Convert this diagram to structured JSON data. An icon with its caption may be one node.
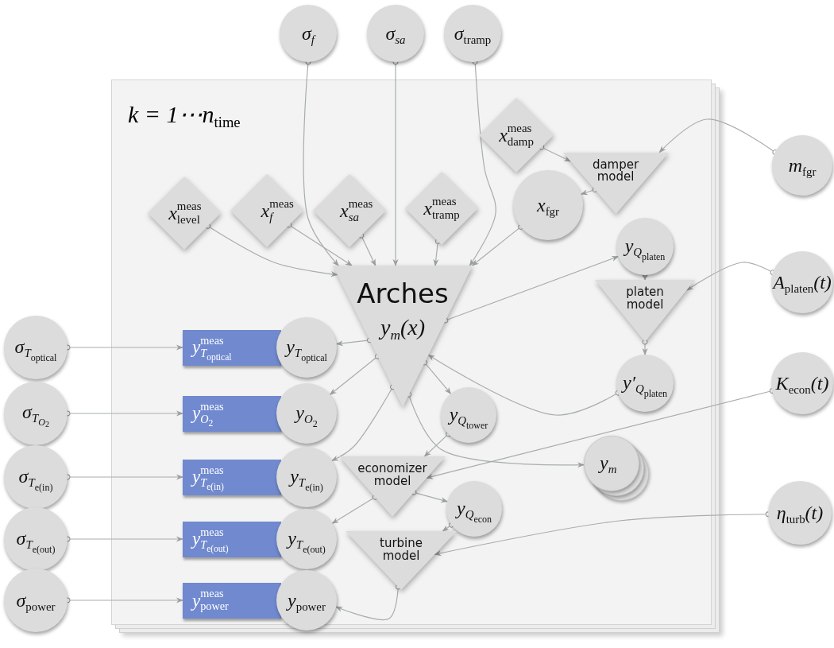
{
  "diagram": {
    "nodes": [
      {
        "text": [
          "k = 1⋯n$_{time}$"
        ]
      },
      {
        "text": [
          "σ$_{f}$"
        ]
      },
      {
        "text": [
          "σ$_{sa}$"
        ]
      },
      {
        "text": [
          "σ$_{tramp}$"
        ]
      },
      {
        "text": [
          "x$^{meas}$$_{damp}$"
        ],
        "in": 0
      },
      {
        "text": [
          "damper model"
        ],
        "in": 0
      },
      {
        "text": [
          "m$_{fgr}$"
        ]
      },
      {
        "text": [
          "x$^{meas}$$_{level}$"
        ],
        "in": 0
      },
      {
        "text": [
          "x$^{meas}$$_{f}$"
        ],
        "in": 0
      },
      {
        "text": [
          "x$^{meas}$$_{sa}$"
        ],
        "in": 0
      },
      {
        "text": [
          "x$^{meas}$$_{tramp}$"
        ],
        "in": 0
      },
      {
        "text": [
          "x$_{fgr}$"
        ],
        "in": 0
      },
      {
        "text": [
          "y$_{Q}$$_{platen}$"
        ],
        "in": 0
      },
      {
        "text": [
          "Arches",
          "y$_{m}$(x)"
        ],
        "in": 0
      },
      {
        "text": [
          "A$_{platen}$(t)"
        ]
      },
      {
        "text": [
          "platen model"
        ],
        "in": 0
      },
      {
        "text": [
          "y′$_{Q}$$_{platen}$"
        ],
        "in": 0
      },
      {
        "text": [
          "σ$_{T}$$_{optical}$"
        ]
      },
      {
        "text": [
          "y$^{meas}$$_{T}$$_{optical}$"
        ],
        "in": 0
      },
      {
        "text": [
          "y$_{T}$$_{optical}$"
        ],
        "in": 0
      },
      {
        "text": [
          "σ$_{T}$$_{O}$$_{2}$"
        ]
      },
      {
        "text": [
          "y$^{meas}$$_{O}$$_{2}$"
        ],
        "in": 0
      },
      {
        "text": [
          "y$_{O}$$_{2}$"
        ],
        "in": 0
      },
      {
        "text": [
          "y$_{Q}$$_{tower}$"
        ],
        "in": 0
      },
      {
        "text": [
          "K$_{econ}$(t)"
        ]
      },
      {
        "text": [
          "σ$_{T}$$_{e(in)}$"
        ]
      },
      {
        "text": [
          "y$^{meas}$$_{T}$$_{e(in)}$"
        ],
        "in": 0
      },
      {
        "text": [
          "y$_{T}$$_{e(in)}$"
        ],
        "in": 0
      },
      {
        "text": [
          "economizer model"
        ],
        "in": 0
      },
      {
        "text": [
          "y$_{m}$"
        ],
        "in": 0
      },
      {
        "text": [
          "y$_{Q}$$_{econ}$"
        ],
        "in": 0
      },
      {
        "text": [
          "η$_{turb}$(t)"
        ]
      },
      {
        "text": [
          "σ$_{T}$$_{e(out)}$"
        ]
      },
      {
        "text": [
          "y$^{meas}$$_{T}$$_{e(out)}$"
        ],
        "in": 0
      },
      {
        "text": [
          "y$_{T}$$_{e(out)}$"
        ],
        "in": 0
      },
      {
        "text": [
          "turbine model"
        ],
        "in": 0
      },
      {
        "text": [
          "σ$_{power}$"
        ]
      },
      {
        "text": [
          "y$^{meas}$$_{power}$"
        ],
        "in": 0
      },
      {
        "text": [
          "y$_{power}$"
        ],
        "in": 0
      }
    ],
    "edges": [
      {
        "from": 1,
        "to": 13,
        "arrow": "to"
      },
      {
        "from": 2,
        "to": 13,
        "arrow": "to"
      },
      {
        "from": 3,
        "to": 13,
        "arrow": "to"
      },
      {
        "from": 4,
        "to": 5,
        "arrow": "to"
      },
      {
        "from": 6,
        "to": 5,
        "arrow": "to"
      },
      {
        "from": 5,
        "to": 11,
        "arrow": "to"
      },
      {
        "from": 7,
        "to": 13,
        "arrow": "to"
      },
      {
        "from": 8,
        "to": 13,
        "arrow": "to"
      },
      {
        "from": 9,
        "to": 13,
        "arrow": "to"
      },
      {
        "from": 10,
        "to": 13,
        "arrow": "to"
      },
      {
        "from": 11,
        "to": 13,
        "arrow": "to"
      },
      {
        "from": 13,
        "to": 12,
        "arrow": "to"
      },
      {
        "from": 12,
        "to": 15,
        "arrow": "to"
      },
      {
        "from": 14,
        "to": 15,
        "arrow": "to"
      },
      {
        "from": 15,
        "to": 16,
        "arrow": "to"
      },
      {
        "from": 16,
        "to": 13,
        "arrow": "to"
      },
      {
        "from": 17,
        "to": 18,
        "arrow": "to"
      },
      {
        "from": 13,
        "to": 19,
        "arrow": "to"
      },
      {
        "from": 20,
        "to": 21,
        "arrow": "to"
      },
      {
        "from": 13,
        "to": 22,
        "arrow": "to"
      },
      {
        "from": 13,
        "to": 23,
        "arrow": "to"
      },
      {
        "from": 13,
        "to": 29,
        "arrow": "to"
      },
      {
        "from": 23,
        "to": 28,
        "arrow": "to"
      },
      {
        "from": 24,
        "to": 28,
        "arrow": "to"
      },
      {
        "from": 25,
        "to": 26,
        "arrow": "to"
      },
      {
        "from": 13,
        "to": 27,
        "arrow": "to"
      },
      {
        "from": 28,
        "to": 34,
        "arrow": "to"
      },
      {
        "from": 28,
        "to": 30,
        "arrow": "to"
      },
      {
        "from": 30,
        "to": 35,
        "arrow": "to"
      },
      {
        "from": 31,
        "to": 35,
        "arrow": "to"
      },
      {
        "from": 32,
        "to": 33,
        "arrow": "to"
      },
      {
        "from": 36,
        "to": 37,
        "arrow": "to"
      },
      {
        "from": 35,
        "to": 38,
        "arrow": "to"
      }
    ]
  }
}
